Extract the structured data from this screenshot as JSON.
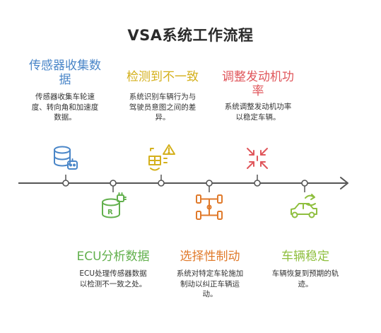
{
  "title": "VSA系统工作流程",
  "colors": {
    "timeline": "#555555",
    "blue": "#4a86c8",
    "green": "#62b04d",
    "yellow": "#d4b01c",
    "orange": "#e07a2b",
    "red": "#e0565b",
    "lime": "#8fbf3f"
  },
  "steps": [
    {
      "title": "传感器收集数据",
      "title_line1": "传感器收集数",
      "title_line2": "据",
      "desc_line1": "传感器收集车轮速",
      "desc_line2": "度、转向角和加速度",
      "desc_line3": "数据。",
      "icon": "database-robot-icon"
    },
    {
      "title": "ECU分析数据",
      "desc_line1": "ECU处理传感器数据",
      "desc_line2": "以检测不一致之处。",
      "icon": "ecu-chip-icon"
    },
    {
      "title": "检测到不一致",
      "desc_line1": "系统识别车辆行为与",
      "desc_line2": "驾驶员意图之间的差",
      "desc_line3": "异。",
      "icon": "warning-monitor-icon"
    },
    {
      "title": "选择性制动",
      "desc_line1": "系统对特定车轮施加",
      "desc_line2": "制动以纠正车辆运",
      "desc_line3": "动。",
      "icon": "axle-brake-icon"
    },
    {
      "title": "调整发动机功率",
      "title_line1": "调整发动机功",
      "title_line2": "率",
      "desc_line1": "系统调整发动机功率",
      "desc_line2": "以稳定车辆。",
      "icon": "power-adjust-icon"
    },
    {
      "title": "车辆稳定",
      "desc_line1": "车辆恢复到预期的轨",
      "desc_line2": "迹。",
      "icon": "stable-car-icon"
    }
  ]
}
